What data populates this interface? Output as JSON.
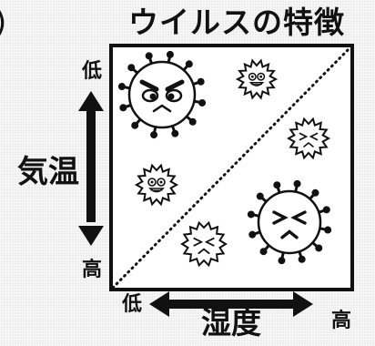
{
  "title": "ウイルスの特徴",
  "corner_mark": ")",
  "y_axis": {
    "label": "気温",
    "low": "低",
    "high": "高"
  },
  "x_axis": {
    "label": "湿度",
    "low": "低",
    "high": "高"
  },
  "viruses": [
    {
      "name": "large-grumpy-virus",
      "mood": "angry"
    },
    {
      "name": "small-goggle-virus-top",
      "mood": "grinning"
    },
    {
      "name": "small-squint-virus-right",
      "mood": "sleepy"
    },
    {
      "name": "small-goggle-virus-left",
      "mood": "grinning"
    },
    {
      "name": "large-squint-virus",
      "mood": "sleepy"
    },
    {
      "name": "small-squint-virus-bottom",
      "mood": "sleepy"
    }
  ]
}
